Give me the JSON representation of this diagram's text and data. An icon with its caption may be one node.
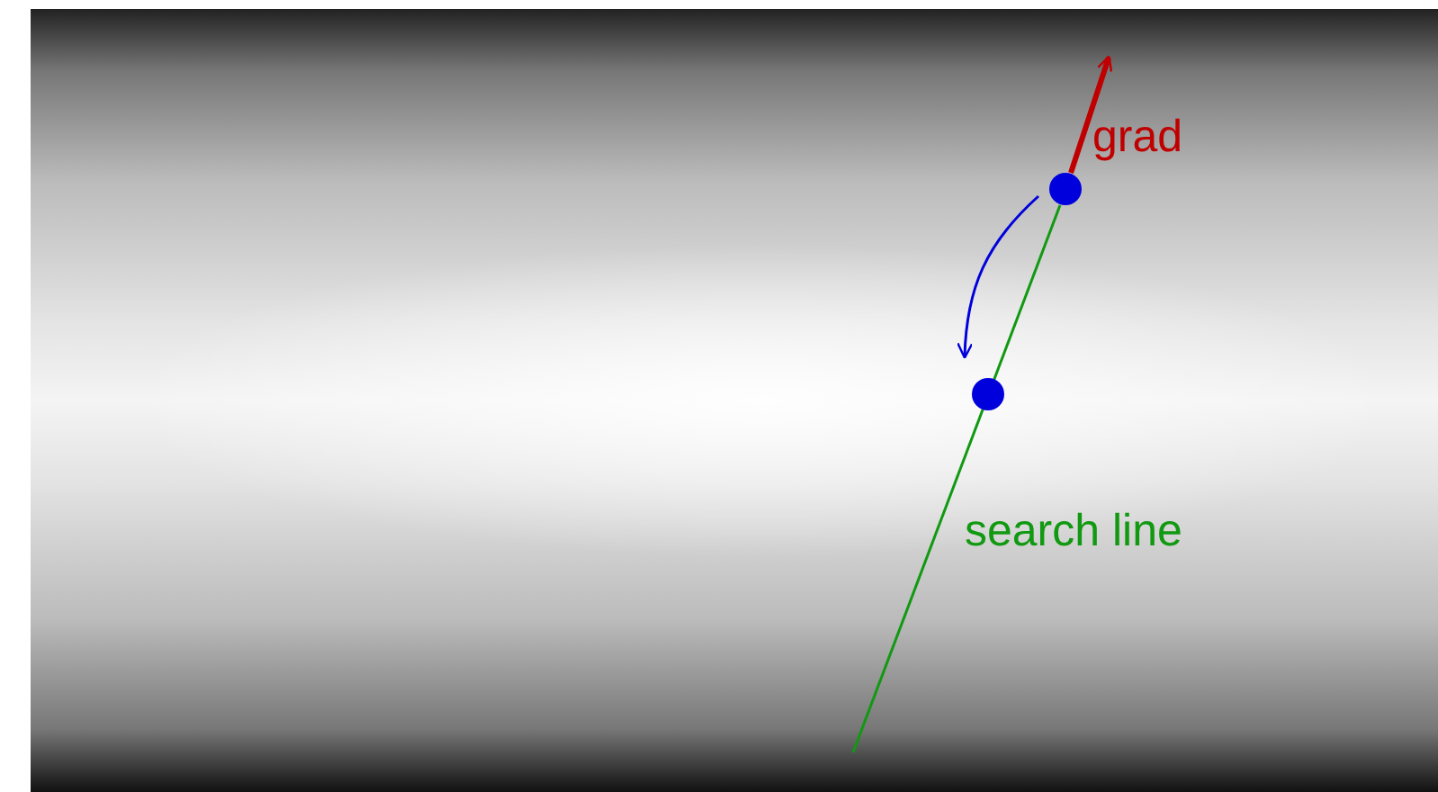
{
  "diagram": {
    "nodes": [
      {
        "text": [],
        "shape": "circle"
      },
      {
        "text": [],
        "shape": "circle"
      }
    ],
    "edges": [
      {
        "from": 0,
        "to": null,
        "arrow": "to",
        "label": "grad",
        "color": "#c00000",
        "style": "thick"
      },
      {
        "from": 0,
        "to": 1,
        "arrow": "to",
        "color": "#0000dd"
      }
    ],
    "labels": [
      "search line"
    ]
  }
}
